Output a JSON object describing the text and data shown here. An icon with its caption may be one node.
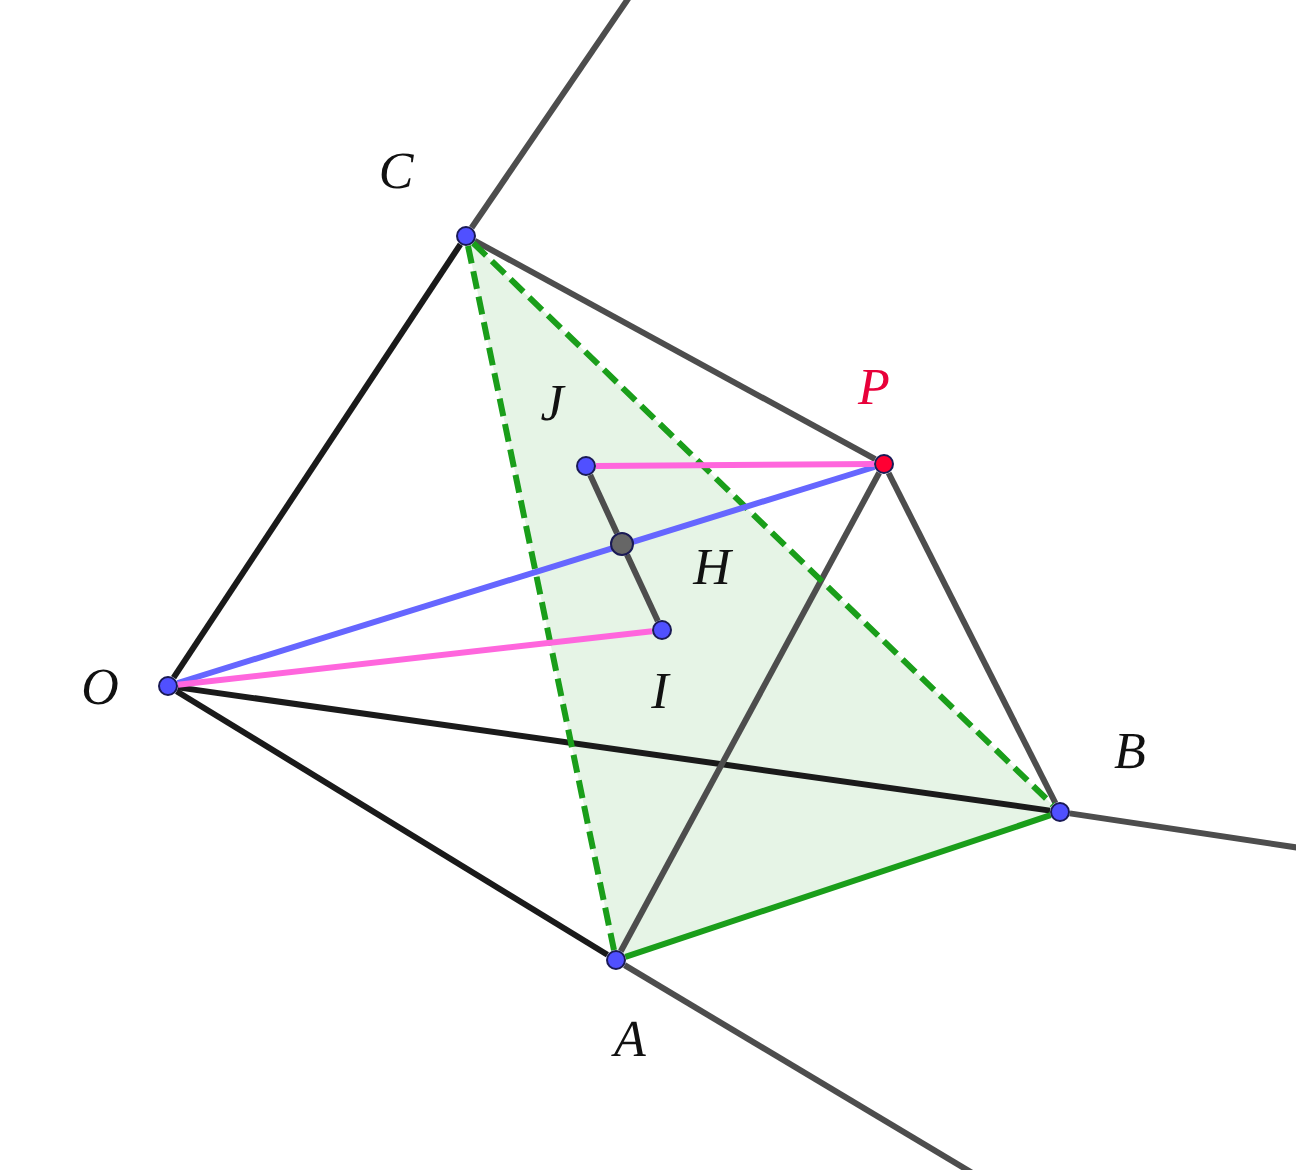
{
  "diagram": {
    "nodes": [
      {
        "text": [
          "C"
        ]
      },
      {
        "text": [
          "P"
        ]
      },
      {
        "text": [
          "J"
        ]
      },
      {
        "text": [
          "H"
        ]
      },
      {
        "text": [
          "O"
        ]
      },
      {
        "text": [
          "I"
        ]
      },
      {
        "text": [
          "B"
        ]
      },
      {
        "text": [
          "A"
        ]
      }
    ],
    "edges": [
      {
        "from": 4,
        "to": 0,
        "arrow": "none",
        "color": "#1a1a1a"
      },
      {
        "from": 4,
        "to": 7,
        "arrow": "none",
        "color": "#1a1a1a"
      },
      {
        "from": 4,
        "to": 6,
        "arrow": "none",
        "color": "#1a1a1a"
      },
      {
        "from": 0,
        "to": 1,
        "arrow": "none"
      },
      {
        "from": 1,
        "to": 6,
        "arrow": "none"
      },
      {
        "from": 1,
        "to": 7,
        "arrow": "none"
      },
      {
        "from": 0,
        "to": null,
        "arrow": "none"
      },
      {
        "from": 6,
        "to": null,
        "arrow": "none"
      },
      {
        "from": 7,
        "to": null,
        "arrow": "none"
      },
      {
        "from": 0,
        "to": 7,
        "arrow": "none",
        "style": "dashed",
        "color": "#1a9e1a"
      },
      {
        "from": 0,
        "to": 6,
        "arrow": "none",
        "style": "dashed",
        "color": "#1a9e1a"
      },
      {
        "from": 7,
        "to": 6,
        "arrow": "none",
        "color": "#1a9e1a"
      },
      {
        "from": 4,
        "to": 1,
        "arrow": "none",
        "color": "#6666ff"
      },
      {
        "from": 4,
        "to": 5,
        "arrow": "none",
        "color": "#ff66dd"
      },
      {
        "from": 2,
        "to": 1,
        "arrow": "none",
        "color": "#ff66dd"
      },
      {
        "from": 2,
        "to": 3,
        "arrow": "none"
      },
      {
        "from": 3,
        "to": 5,
        "arrow": "none"
      }
    ]
  }
}
